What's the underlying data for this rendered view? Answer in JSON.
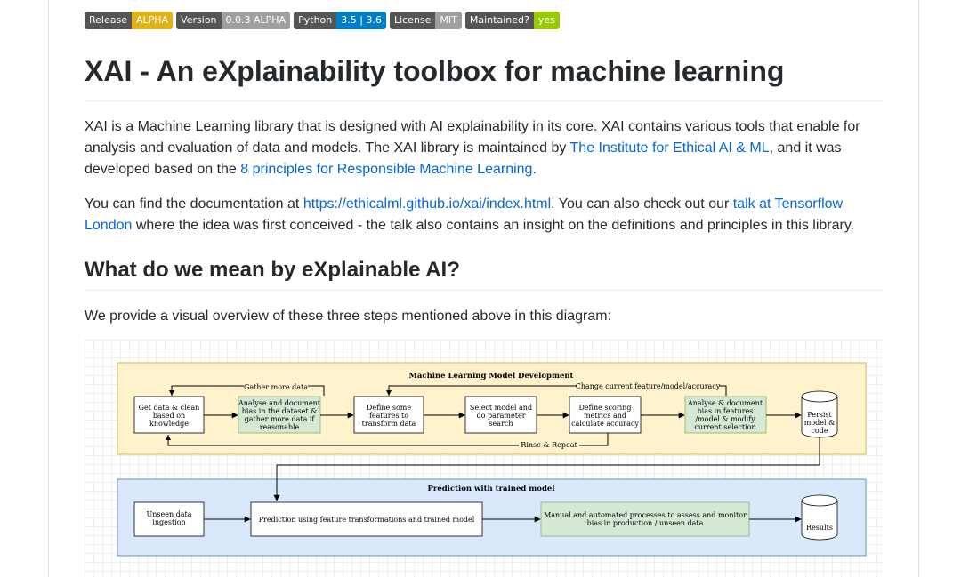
{
  "badges": [
    {
      "label": "Release",
      "value": "ALPHA",
      "color": "#dfb317"
    },
    {
      "label": "Version",
      "value": "0.0.3 ALPHA",
      "color": "#9f9f9f"
    },
    {
      "label": "Python",
      "value": "3.5 | 3.6",
      "color": "#007ec6"
    },
    {
      "label": "License",
      "value": "MIT",
      "color": "#9f9f9f"
    },
    {
      "label": "Maintained?",
      "value": "yes",
      "color": "#97ca00"
    }
  ],
  "title": "XAI - An eXplainability toolbox for machine learning",
  "intro": {
    "t1": "XAI is a Machine Learning library that is designed with AI explainability in its core. XAI contains various tools that enable for analysis and evaluation of data and models. The XAI library is maintained by ",
    "link1": "The Institute for Ethical AI & ML",
    "t2": ", and it was developed based on the ",
    "link2": "8 principles for Responsible Machine Learning",
    "t3": "."
  },
  "docs": {
    "t1": "You can find the documentation at ",
    "link1": "https://ethicalml.github.io/xai/index.html",
    "t2": ". You can also check out our ",
    "link2": "talk at Tensorflow London",
    "t3": " where the idea was first conceived - the talk also contains an insight on the definitions and principles in this library."
  },
  "section_title": "What do we mean by eXplainable AI?",
  "section_text": "We provide a visual overview of these three steps mentioned above in this diagram:",
  "diagram": {
    "top_title": "Machine Learning Model Development",
    "bottom_title": "Prediction with trained model",
    "gather": "Gather more data",
    "change": "Change current feature/model/accuracy",
    "rinse": "Rinse & Repeat",
    "n1": [
      "Get data & clean",
      "based on",
      "knowledge"
    ],
    "n2": [
      "Analyse and document",
      "bias in the dataset &",
      "gather more data if",
      "reasonable"
    ],
    "n3": [
      "Define some",
      "features to",
      "transform data"
    ],
    "n4": [
      "Select model and",
      "do parameter",
      "search"
    ],
    "n5": [
      "Define scoring",
      "metrics and",
      "calculate accuracy"
    ],
    "n6": [
      "Analyse & document",
      "bias in features",
      "/model & modify",
      "current selection"
    ],
    "n7": [
      "Persist",
      "model &",
      "code"
    ],
    "b1": [
      "Unseen data",
      "ingestion"
    ],
    "b2": [
      "Prediction using feature transformations and trained model"
    ],
    "b3": [
      "Manual and automated processes to assess and monitor",
      "bias in production / unseen data"
    ],
    "b4": [
      "Results"
    ]
  }
}
